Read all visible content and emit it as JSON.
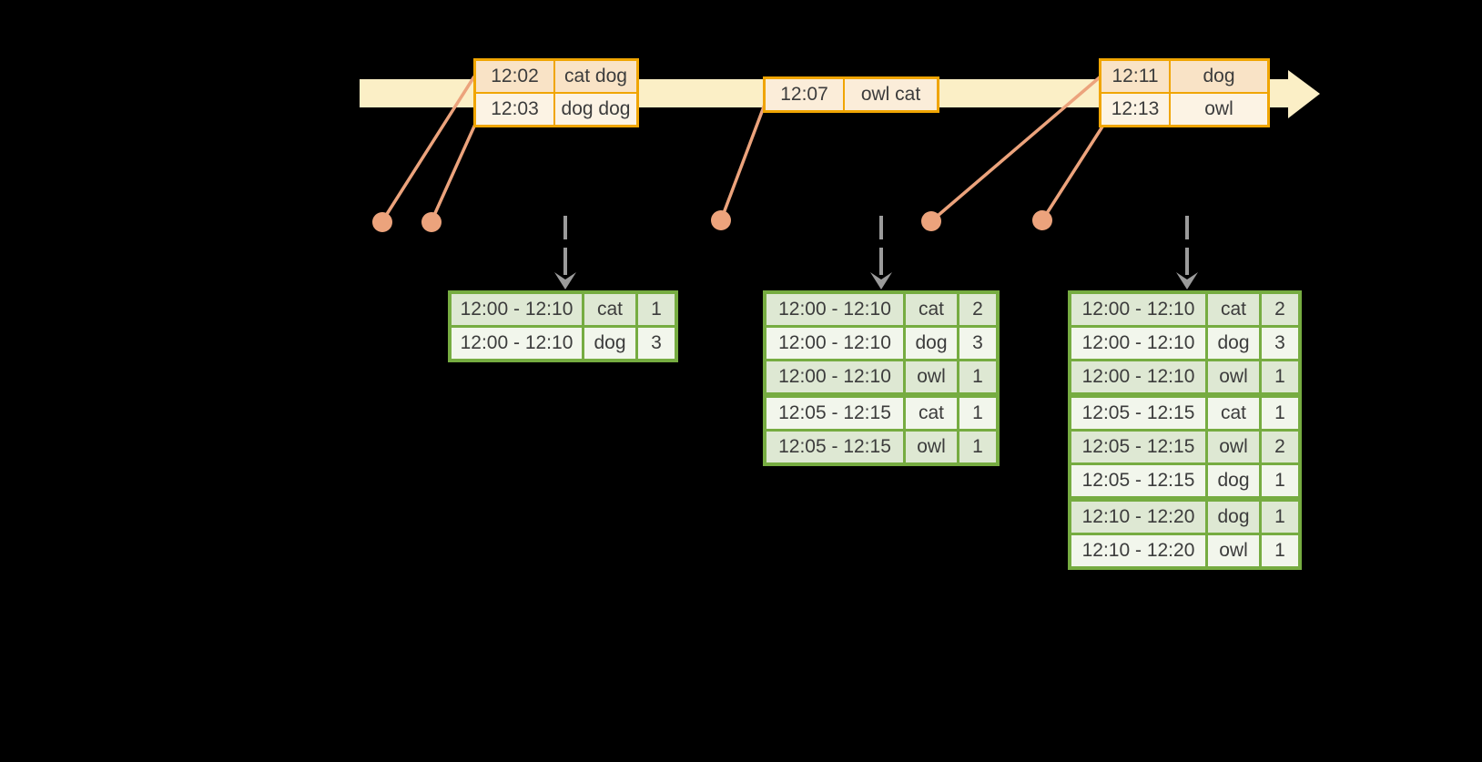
{
  "colors": {
    "background": "#000000",
    "timeline_band": "#FBEFC6",
    "event_box_border": "#F0A502",
    "event_row_peach": "#F9E3C6",
    "event_row_cream": "#FCF3E4",
    "connector_salmon": "#ECA37C",
    "table_border_green": "#76AC41",
    "table_row_dark": "#DEE8D3",
    "table_row_light": "#F2F6EC",
    "down_arrow_gray": "#9B9B9B",
    "text": "#3C3C3C"
  },
  "icons": {
    "timeline_arrow": "→",
    "down_arrow": "↓",
    "event_dot": "●"
  },
  "event_boxes": [
    {
      "rows": [
        {
          "time": "12:02",
          "words": "cat dog"
        },
        {
          "time": "12:03",
          "words": "dog dog"
        }
      ]
    },
    {
      "rows": [
        {
          "time": "12:07",
          "words": "owl cat"
        }
      ]
    },
    {
      "rows": [
        {
          "time": "12:11",
          "words": "dog"
        },
        {
          "time": "12:13",
          "words": "owl"
        }
      ]
    }
  ],
  "result_tables": [
    {
      "rows": [
        {
          "window": "12:00 - 12:10",
          "word": "cat",
          "count": "1"
        },
        {
          "window": "12:00 - 12:10",
          "word": "dog",
          "count": "3"
        }
      ]
    },
    {
      "rows": [
        {
          "window": "12:00 - 12:10",
          "word": "cat",
          "count": "2"
        },
        {
          "window": "12:00 - 12:10",
          "word": "dog",
          "count": "3"
        },
        {
          "window": "12:00 - 12:10",
          "word": "owl",
          "count": "1"
        },
        {
          "window": "12:05 - 12:15",
          "word": "cat",
          "count": "1"
        },
        {
          "window": "12:05 - 12:15",
          "word": "owl",
          "count": "1"
        }
      ]
    },
    {
      "rows": [
        {
          "window": "12:00 - 12:10",
          "word": "cat",
          "count": "2"
        },
        {
          "window": "12:00 - 12:10",
          "word": "dog",
          "count": "3"
        },
        {
          "window": "12:00 - 12:10",
          "word": "owl",
          "count": "1"
        },
        {
          "window": "12:05 - 12:15",
          "word": "cat",
          "count": "1"
        },
        {
          "window": "12:05 - 12:15",
          "word": "owl",
          "count": "2"
        },
        {
          "window": "12:05 - 12:15",
          "word": "dog",
          "count": "1"
        },
        {
          "window": "12:10 - 12:20",
          "word": "dog",
          "count": "1"
        },
        {
          "window": "12:10 - 12:20",
          "word": "owl",
          "count": "1"
        }
      ]
    }
  ]
}
